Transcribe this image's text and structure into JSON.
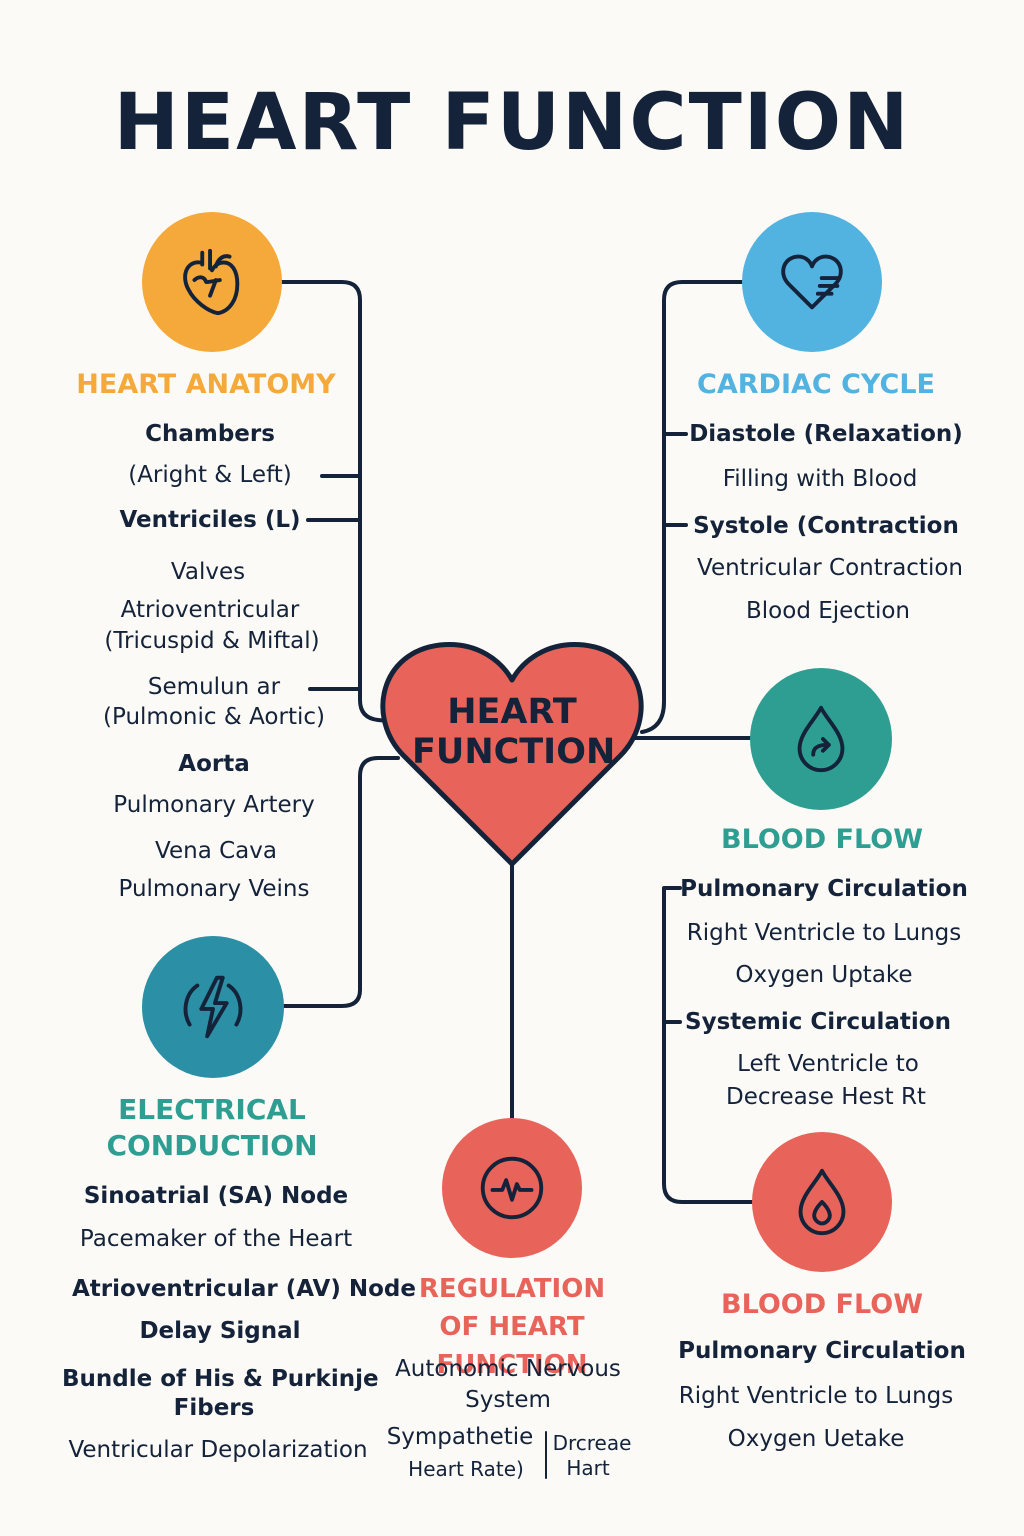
{
  "title": "HEART FUNCTION",
  "center": {
    "line1": "HEART",
    "line2": "FUNCTION"
  },
  "colors": {
    "navy": "#14233a",
    "orange": "#f5a93a",
    "blue": "#52b2e0",
    "teal": "#2f9e92",
    "red": "#e8645a",
    "cyan": "#2b8fa6",
    "heart": "#e8645a"
  },
  "sections": {
    "anatomy": {
      "heading": "HEART ANATOMY",
      "icon": "heart-anatomy-icon",
      "items": [
        "Chambers",
        "(Aright & Left)",
        "Ventriciles (L)",
        "Valves",
        "Atrioventricular",
        "(Tricuspid & Miftal)",
        "Semulun ar",
        "(Pulmonic & Aortic)",
        "Aorta",
        "Pulmonary Artery",
        "Vena Cava",
        "Pulmonary Veins"
      ]
    },
    "cycle": {
      "heading": "CARDIAC CYCLE",
      "icon": "heart-pulse-icon",
      "items": [
        "Diastole (Relaxation)",
        "Filling with Blood",
        "Systole (Contraction",
        "Ventricular Contraction",
        "Blood Ejection"
      ]
    },
    "flow1": {
      "heading": "BLOOD FLOW",
      "icon": "blood-drop-arrow-icon",
      "items": [
        "Pulmonary Circulation",
        "Right Ventricle to Lungs",
        "Oxygen Uptake",
        "Systemic Circulation",
        "Left Ventricle to",
        "Decrease Hest Rt"
      ]
    },
    "electrical": {
      "heading_line1": "ELECTRICAL",
      "heading_line2": "CONDUCTION",
      "icon": "lightning-bolt-icon",
      "items": [
        "Sinoatrial (SA) Node",
        "Pacemaker of the Heart",
        "Atrioventricular (AV) Node",
        "Delay Signal",
        "Bundle of His & Purkinje",
        "Fibers",
        "Ventricular Depolarization"
      ]
    },
    "regulation": {
      "heading_line1": "REGULATION",
      "heading_line2": "OF HEART FUNCTION",
      "icon": "ecg-wave-icon",
      "items": [
        "Autonomic Nervous",
        "System",
        "Sympathetie",
        "Heart Rate)",
        "Drcreae",
        "Hart"
      ]
    },
    "flow2": {
      "heading": "BLOOD FLOW",
      "icon": "blood-drop-icon",
      "items": [
        "Pulmonary Circulation",
        "Right Ventricle to Lungs",
        "Oxygen Uetake"
      ]
    }
  }
}
